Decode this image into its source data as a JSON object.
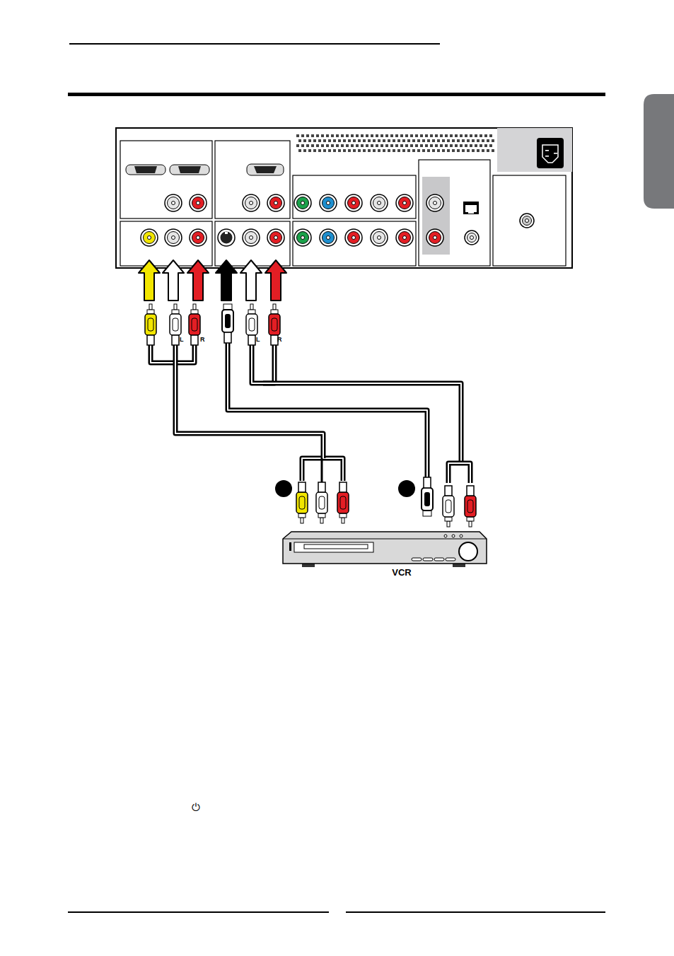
{
  "diagram": {
    "labels": [
      "L",
      "R",
      "L",
      "R",
      "VCR",
      "⏻"
    ]
  }
}
